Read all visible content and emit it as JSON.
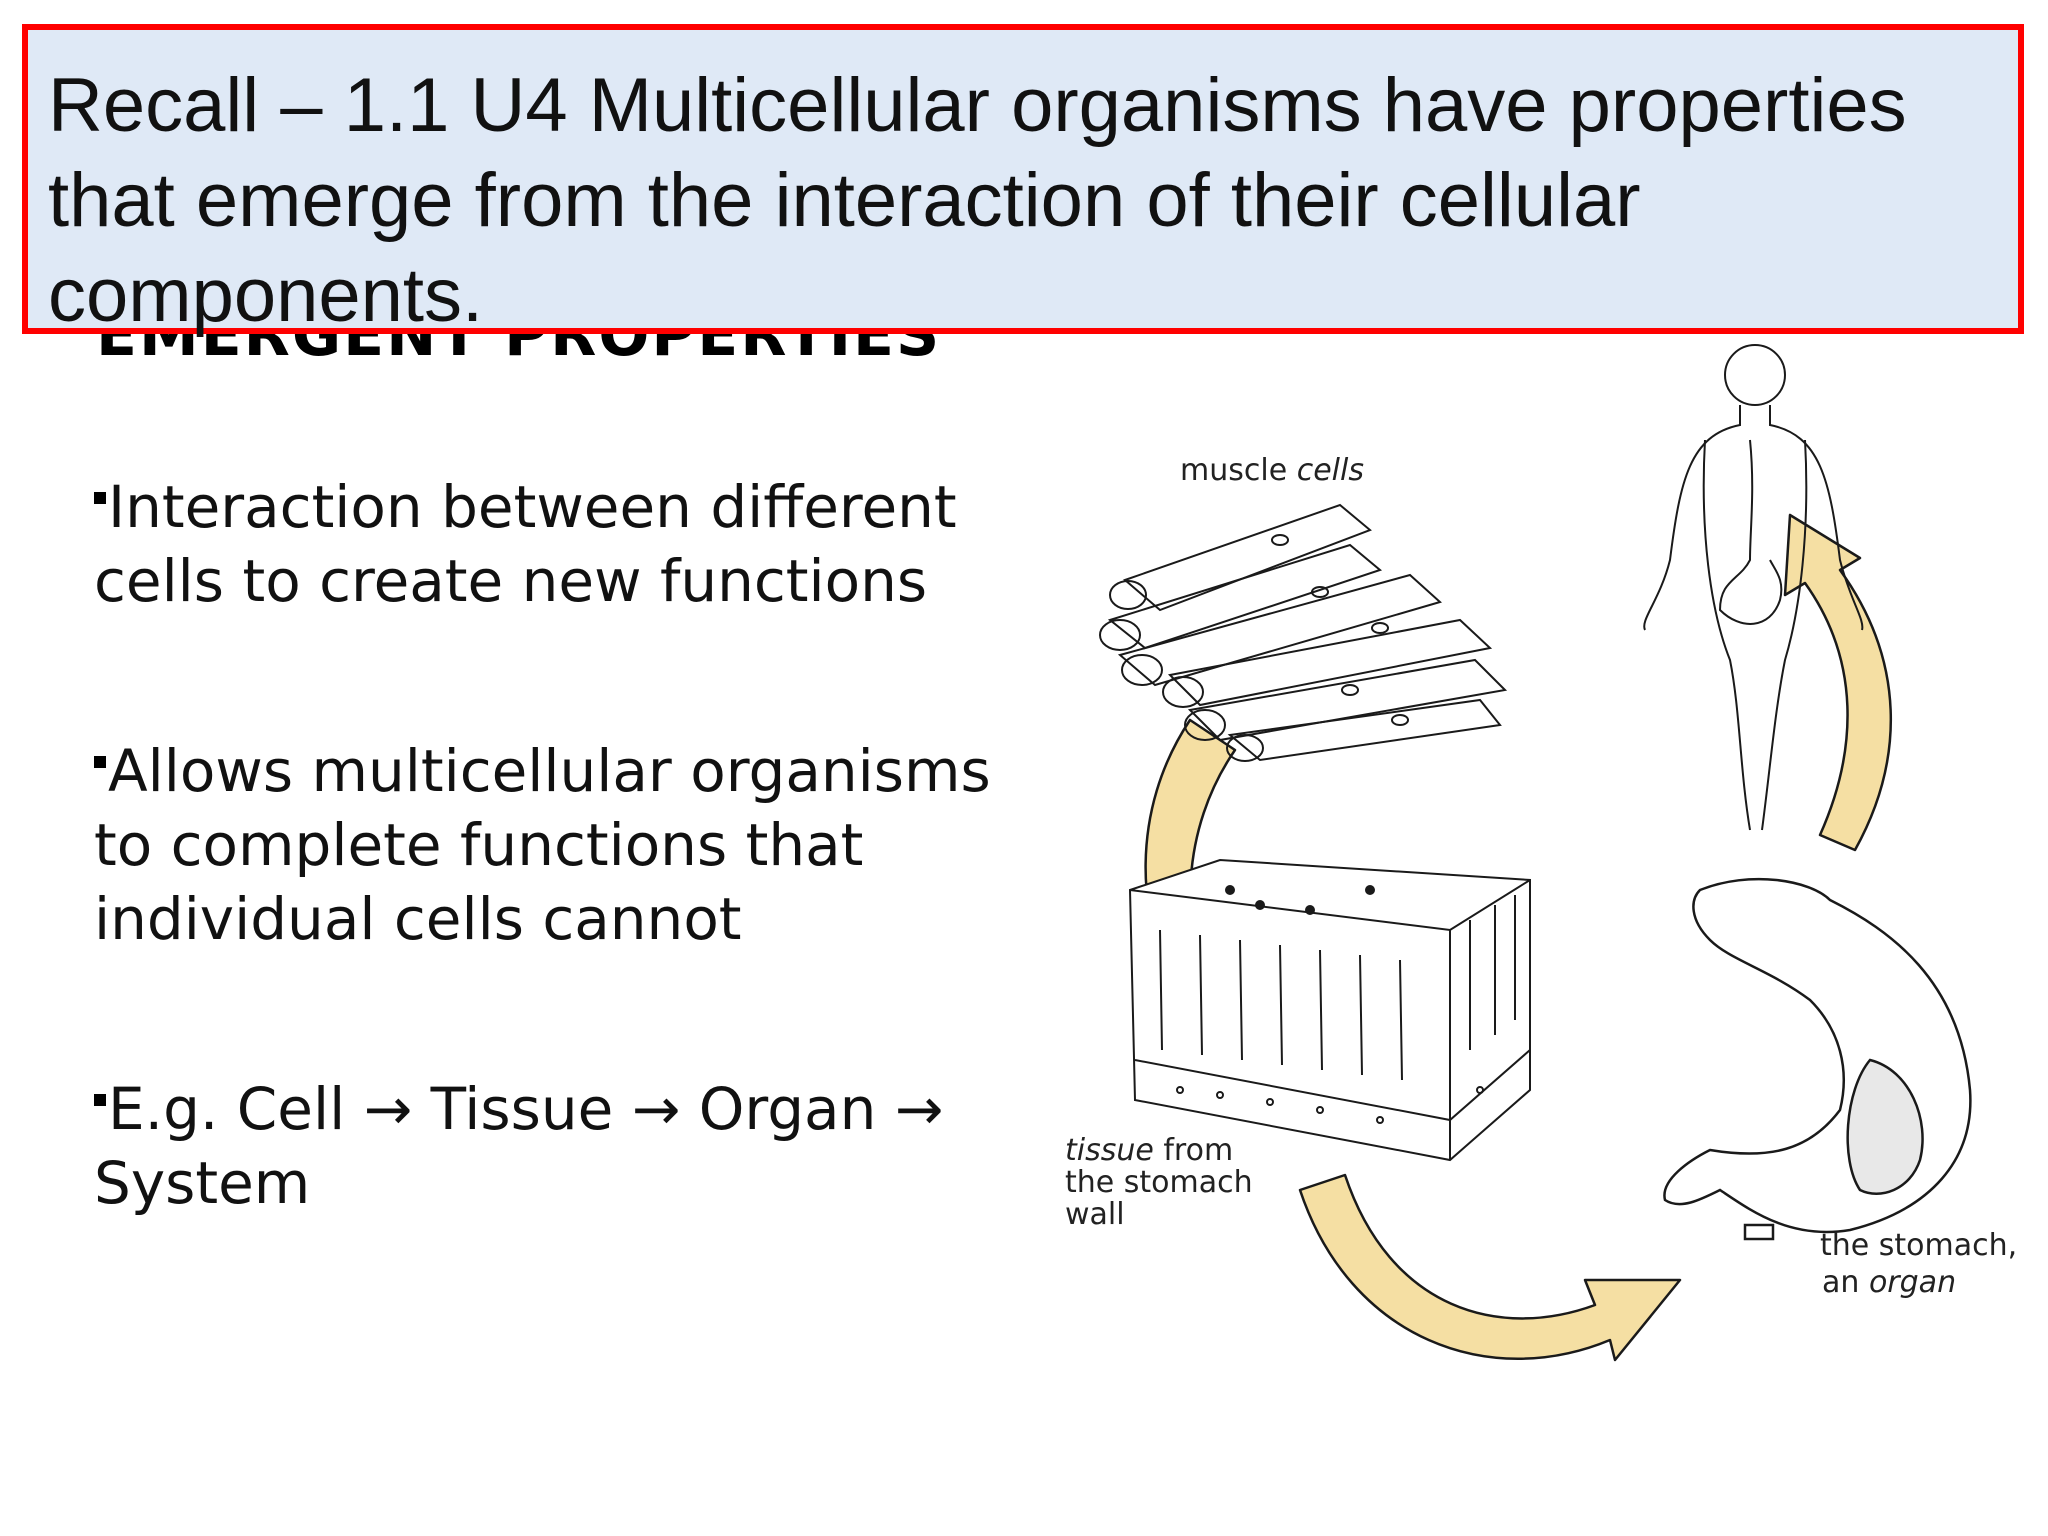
{
  "recall": {
    "text": "Recall – 1.1 U4 Multicellular organisms have properties that emerge from the interaction of their cellular components."
  },
  "heading": {
    "text": "EMERGENT PROPERTIES"
  },
  "bullets": [
    {
      "text": "Interaction between different cells to create new functions"
    },
    {
      "text": "Allows multicellular organisms to complete functions that individual cells cannot"
    },
    {
      "text": "E.g. Cell → Tissue → Organ → System"
    }
  ],
  "diagram": {
    "muscle_label_plain": "muscle",
    "muscle_label_italic": "cells",
    "tissue_label_italic": "tissue",
    "tissue_label_rest": "from",
    "tissue_label_line2": "the stomach",
    "tissue_label_line3": "wall",
    "stomach_label_line1": "the stomach,",
    "stomach_label_plain": "an",
    "stomach_label_italic": "organ",
    "arrow_color": "#f5dfa3",
    "line_color": "#1a1a1a"
  },
  "colors": {
    "box_fill": "#dfe9f6",
    "box_border": "#ff0000"
  }
}
